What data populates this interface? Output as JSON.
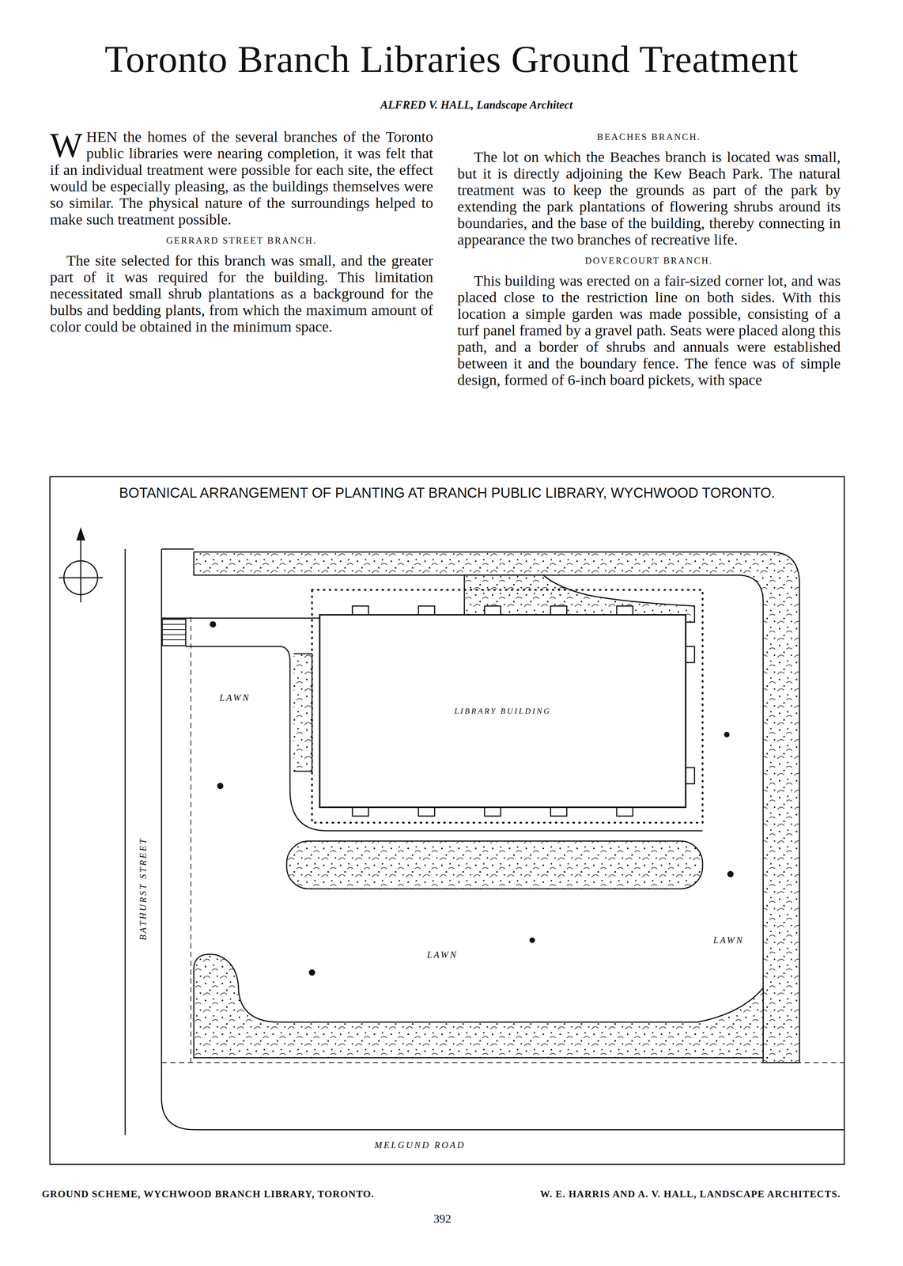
{
  "diagram": {
    "title": "Toronto Branch Libraries Ground Treatment",
    "caption": "GROUND SCHEME, WYCHWOOD BRANCH LIBRARY, TORONTO.",
    "nodes": [
      {
        "text": [
          "LIBRARY BUILDING"
        ]
      }
    ],
    "labels": [
      "ALFRED V. HALL, Landscape Architect",
      "WHEN the homes of the several branches of the Toronto public libraries were nearing completion, it was felt that if an individual treatment were possible for each site, the effect would be especially pleasing, as the buildings themselves were so similar. The physical nature of the surroundings helped to make such treatment possible.",
      "GERRARD STREET BRANCH.",
      "The site selected for this branch was small, and the greater part of it was required for the building. This limitation necessitated small shrub plantations as a background for the bulbs and bedding plants, from which the maximum amount of color could be obtained in the minimum space.",
      "BEACHES BRANCH.",
      "The lot on which the Beaches branch is located was small, but it is directly adjoining the Kew Beach Park. The natural treatment was to keep the grounds as part of the park by extending the park plantations of flowering shrubs around its boundaries, and the base of the building, thereby connecting in appearance the two branches of recreative life.",
      "DOVERCOURT BRANCH.",
      "This building was erected on a fair-sized corner lot, and was placed close to the restriction line on both sides. With this location a simple garden was made possible, consisting of a turf panel framed by a gravel path. Seats were placed along this path, and a border of shrubs and annuals were established between it and the boundary fence. The fence was of simple design, formed of 6-inch board pickets, with space",
      "BOTANICAL ARRANGEMENT OF PLANTING AT BRANCH PUBLIC LIBRARY, WYCHWOOD TORONTO.",
      "BATHURST STREET",
      "MELGUND ROAD",
      "LAWN",
      "LAWN",
      "LAWN",
      "W. E. HARRIS AND A. V. HALL, LANDSCAPE ARCHITECTS.",
      "392"
    ]
  }
}
